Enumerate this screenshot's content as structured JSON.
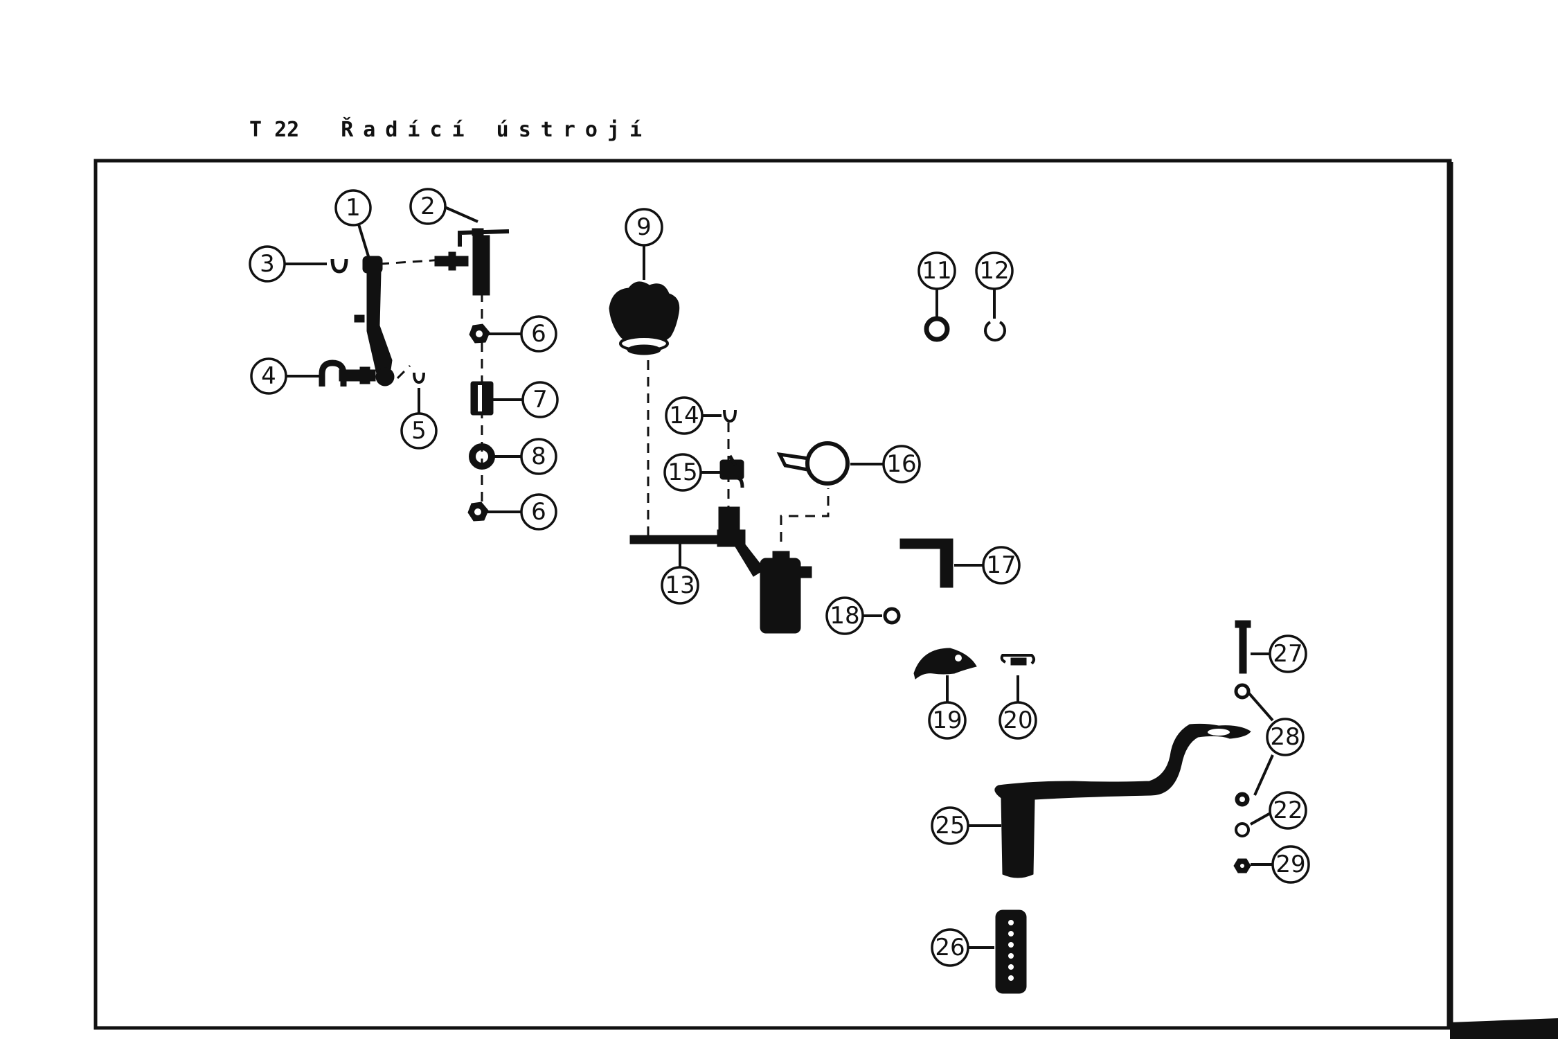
{
  "header": {
    "code": "T 22",
    "title": "Řadící ústrojí"
  },
  "callouts": {
    "c1": "1",
    "c2": "2",
    "c3": "3",
    "c4": "4",
    "c5": "5",
    "c6a": "6",
    "c6b": "6",
    "c7": "7",
    "c8": "8",
    "c9": "9",
    "c11": "11",
    "c12": "12",
    "c13": "13",
    "c14": "14",
    "c15": "15",
    "c16": "16",
    "c17": "17",
    "c18": "18",
    "c19": "19",
    "c20": "20",
    "c22": "22",
    "c25": "25",
    "c26": "26",
    "c27": "27",
    "c28": "28",
    "c29": "29"
  }
}
